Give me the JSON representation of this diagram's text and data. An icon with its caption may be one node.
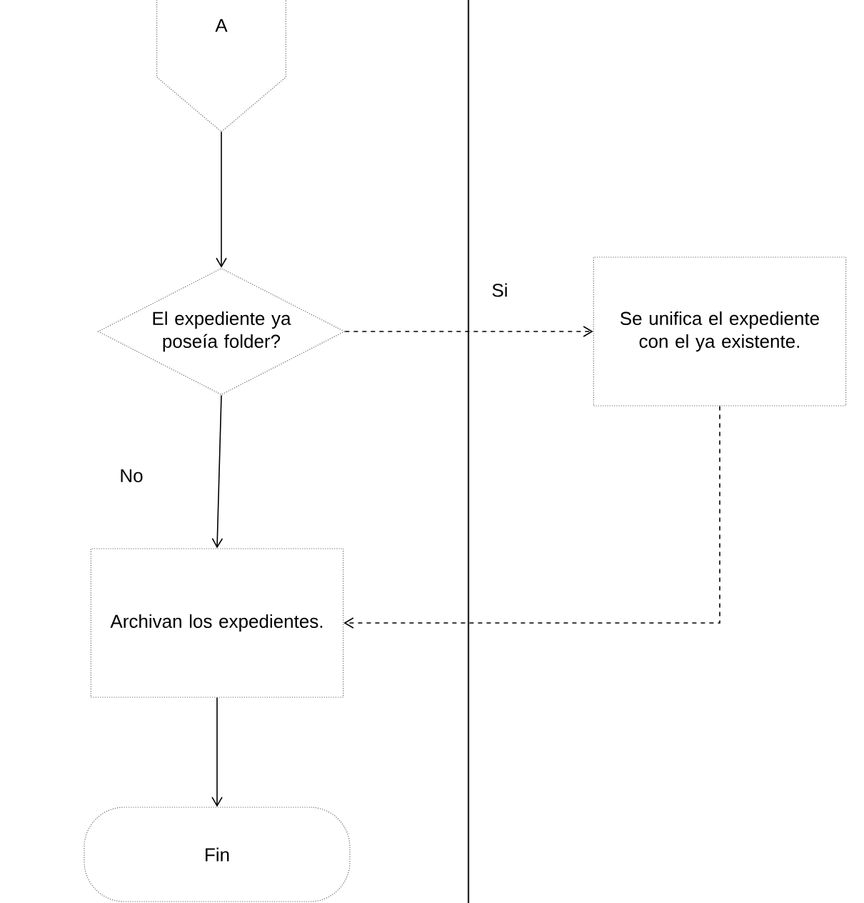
{
  "diagram": {
    "nodes": [
      {
        "text": [
          "A"
        ]
      },
      {
        "text": [
          "El expediente ya poseía folder?"
        ]
      },
      {
        "text": [
          "Se unifica el expediente con el ya existente."
        ]
      },
      {
        "text": [
          "Archivan los expedientes."
        ]
      },
      {
        "text": [
          "Fin"
        ]
      }
    ],
    "edges": [
      {
        "from": 0,
        "to": 1,
        "arrow": "to"
      },
      {
        "from": 1,
        "to": 2,
        "arrow": "to",
        "label": "Si",
        "style": "dashed"
      },
      {
        "from": 1,
        "to": 3,
        "arrow": "to",
        "label": "No"
      },
      {
        "from": 2,
        "to": 3,
        "arrow": "to",
        "style": "dashed"
      },
      {
        "from": 3,
        "to": 4,
        "arrow": "to"
      }
    ]
  }
}
